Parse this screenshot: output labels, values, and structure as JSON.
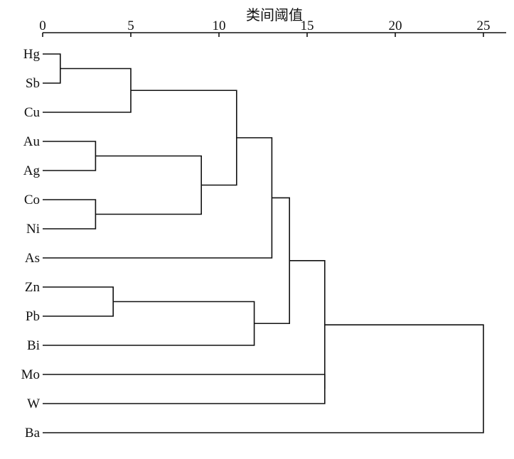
{
  "chart_data": {
    "type": "dendrogram",
    "title": "类间阈值",
    "xlim": [
      0,
      25
    ],
    "xticks": [
      0,
      5,
      10,
      15,
      20,
      25
    ],
    "leaves": [
      "Hg",
      "Sb",
      "Cu",
      "Au",
      "Ag",
      "Co",
      "Ni",
      "As",
      "Zn",
      "Pb",
      "Bi",
      "Mo",
      "W",
      "Ba"
    ],
    "merges": [
      {
        "left": "Hg",
        "right": "Sb",
        "height": 1
      },
      {
        "left": "Au",
        "right": "Ag",
        "height": 3
      },
      {
        "left": "Co",
        "right": "Ni",
        "height": 3
      },
      {
        "left": "Zn",
        "right": "Pb",
        "height": 4
      },
      {
        "left": "Hg,Sb",
        "right": "Cu",
        "height": 5
      },
      {
        "left": "Au,Ag",
        "right": "Co,Ni",
        "height": 9
      },
      {
        "left": "Hg,Sb,Cu",
        "right": "Au,Ag,Co,Ni",
        "height": 11
      },
      {
        "left": "Zn,Pb",
        "right": "Bi",
        "height": 12
      },
      {
        "left": "Hg,Sb,Cu,Au,Ag,Co,Ni",
        "right": "As",
        "height": 13
      },
      {
        "left": "Hg-As",
        "right": "Zn,Pb,Bi",
        "height": 14
      },
      {
        "left": "Mo",
        "right": "W",
        "height": 16
      },
      {
        "left": "Hg-Bi",
        "right": "Mo,W",
        "height": 16
      },
      {
        "left": "Hg-W",
        "right": "Ba",
        "height": 25
      }
    ]
  }
}
